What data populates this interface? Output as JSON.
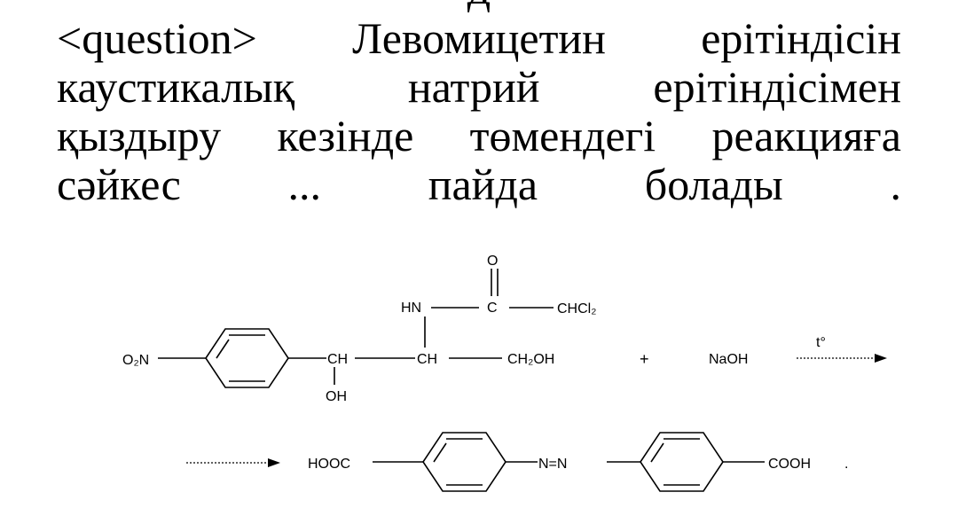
{
  "header_fragment": "д",
  "question": {
    "lines": [
      [
        "<question>",
        "Левомицетин",
        "ерітіндісін"
      ],
      [
        "каустикалық",
        "натрий",
        "ерітіндісімен"
      ],
      [
        "қыздыру",
        "кезінде",
        "төмендегі",
        "реакцияға"
      ],
      [
        "сәйкес",
        "...",
        "пайда",
        "болады",
        "."
      ]
    ]
  },
  "reaction": {
    "reactant": {
      "o2n": "O₂N",
      "ch_left": "CH",
      "oh": "OH",
      "ch_mid": "CH",
      "hn": "HN",
      "carbonyl_c": "C",
      "carbonyl_o": "O",
      "chcl2": "CHCl₂",
      "ch2oh": "CH₂OH"
    },
    "plus": "+",
    "reagent": "NaOH",
    "condition": "t°",
    "product": {
      "hooc": "HOOC",
      "azo": "N=N",
      "cooh": "COOH",
      "end_mark": "."
    }
  }
}
